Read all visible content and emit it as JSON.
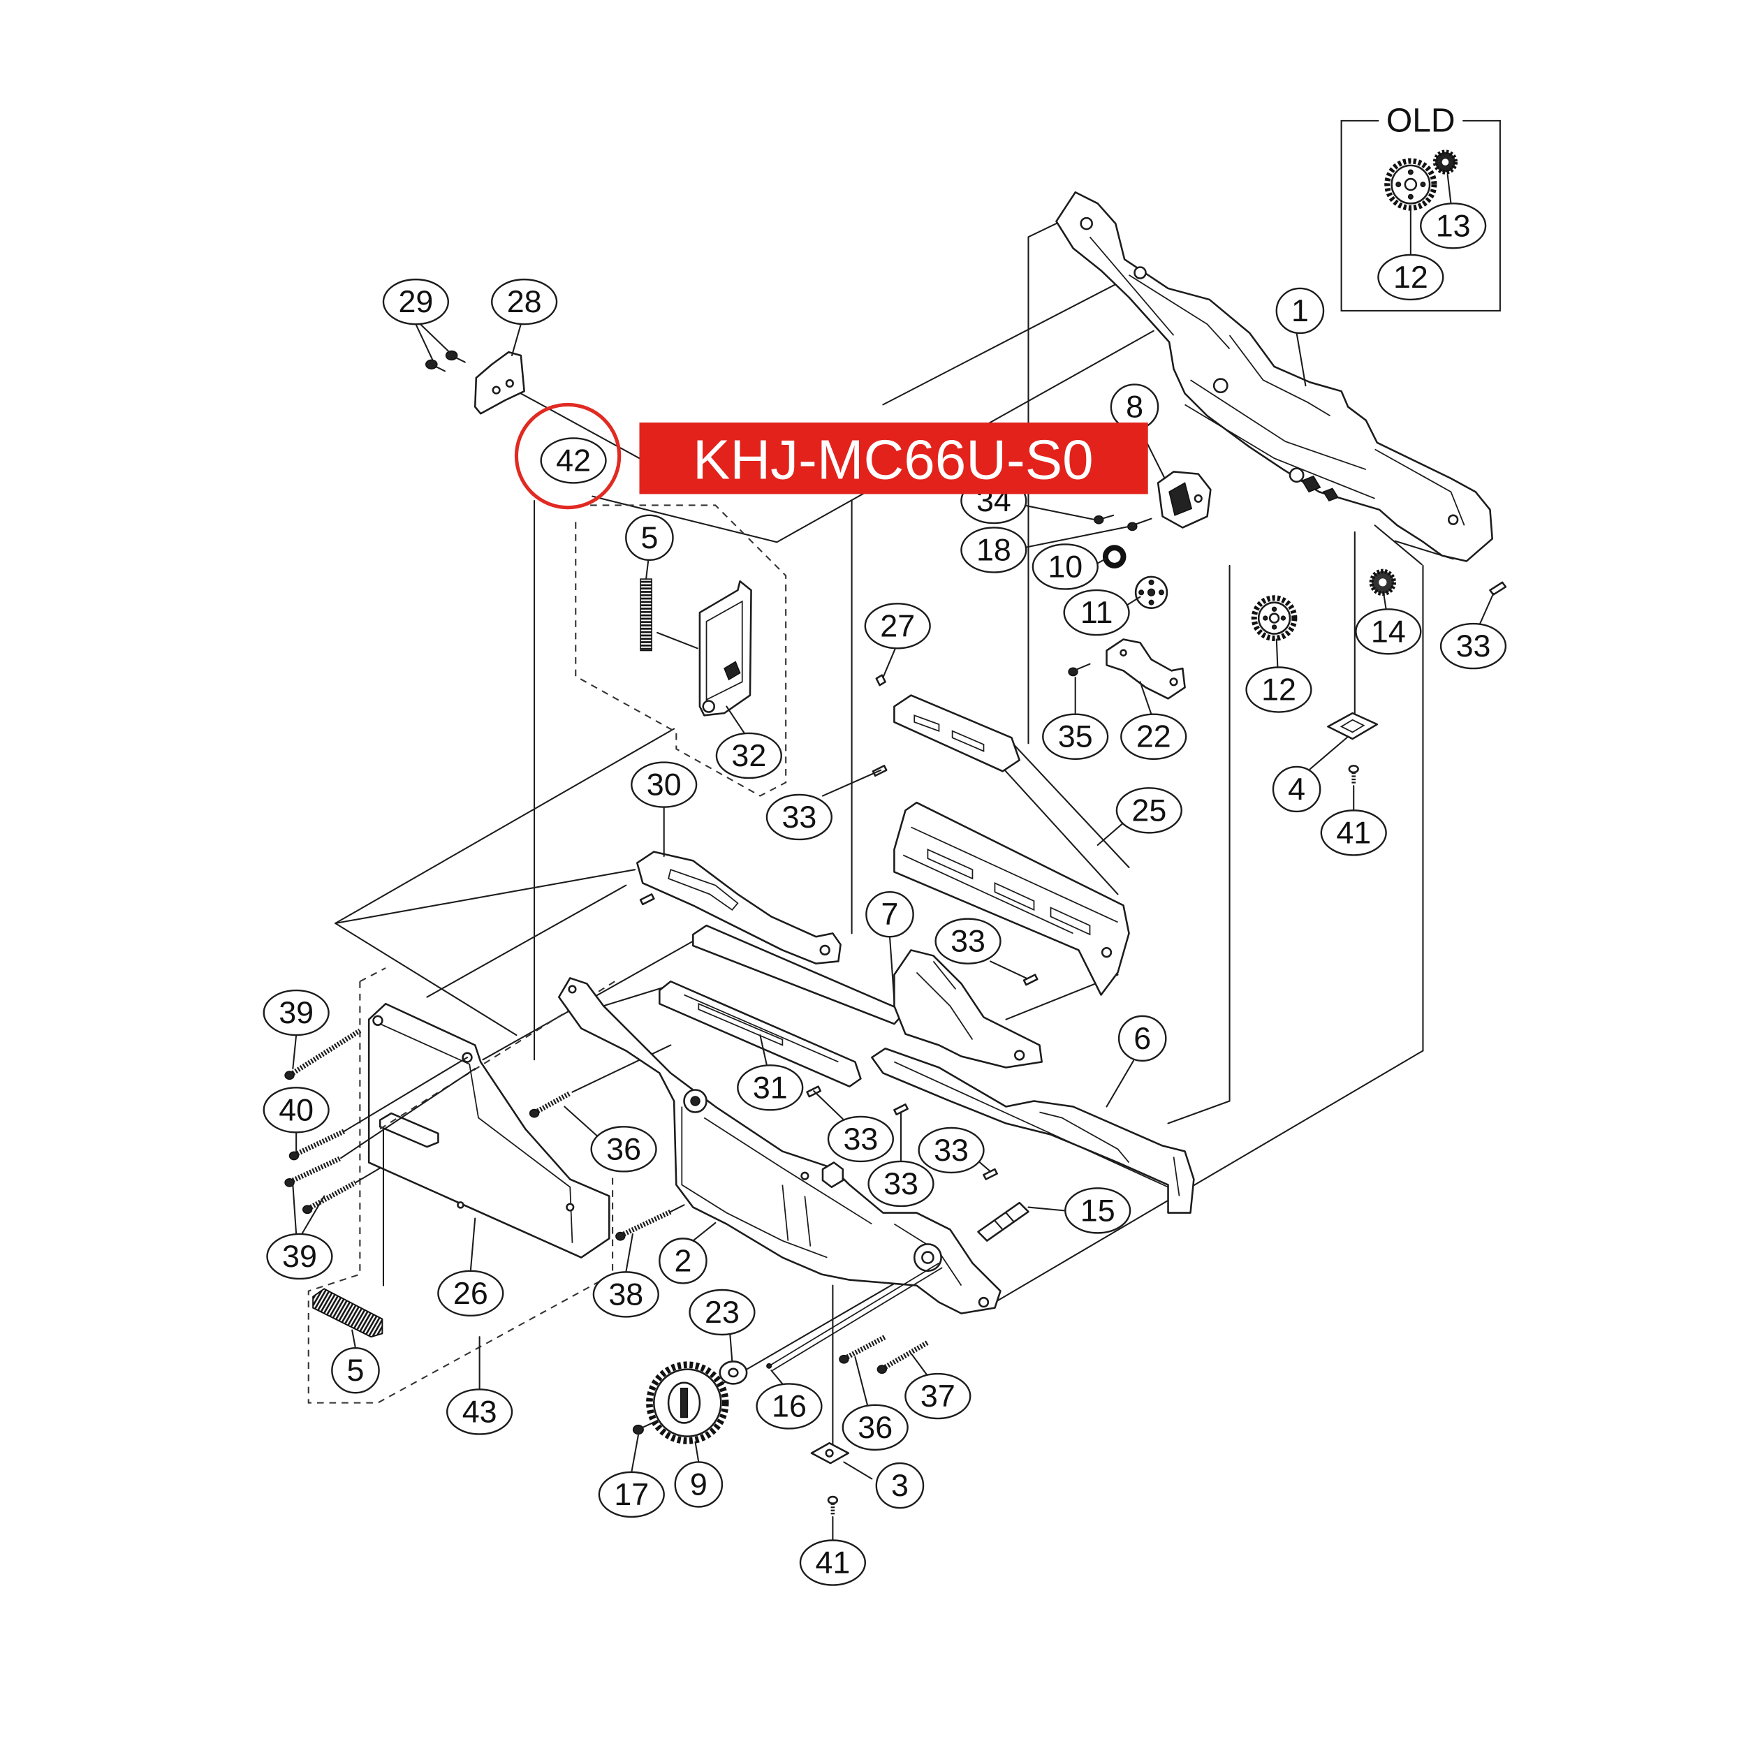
{
  "diagram": {
    "old_box_label": "OLD",
    "part_number_banner": "KHJ-MC66U-S0",
    "banner_color": "#e3221c",
    "highlight_circle_color": "#e02a22",
    "callouts": [
      "13",
      "12",
      "1",
      "29",
      "28",
      "8",
      "42",
      "34",
      "18",
      "10",
      "11",
      "5",
      "27",
      "14",
      "33",
      "12",
      "35",
      "22",
      "32",
      "30",
      "4",
      "33",
      "25",
      "41",
      "7",
      "33",
      "39",
      "6",
      "31",
      "40",
      "33",
      "36",
      "33",
      "33",
      "15",
      "39",
      "2",
      "26",
      "38",
      "23",
      "5",
      "37",
      "16",
      "43",
      "36",
      "9",
      "3",
      "17",
      "41"
    ]
  }
}
